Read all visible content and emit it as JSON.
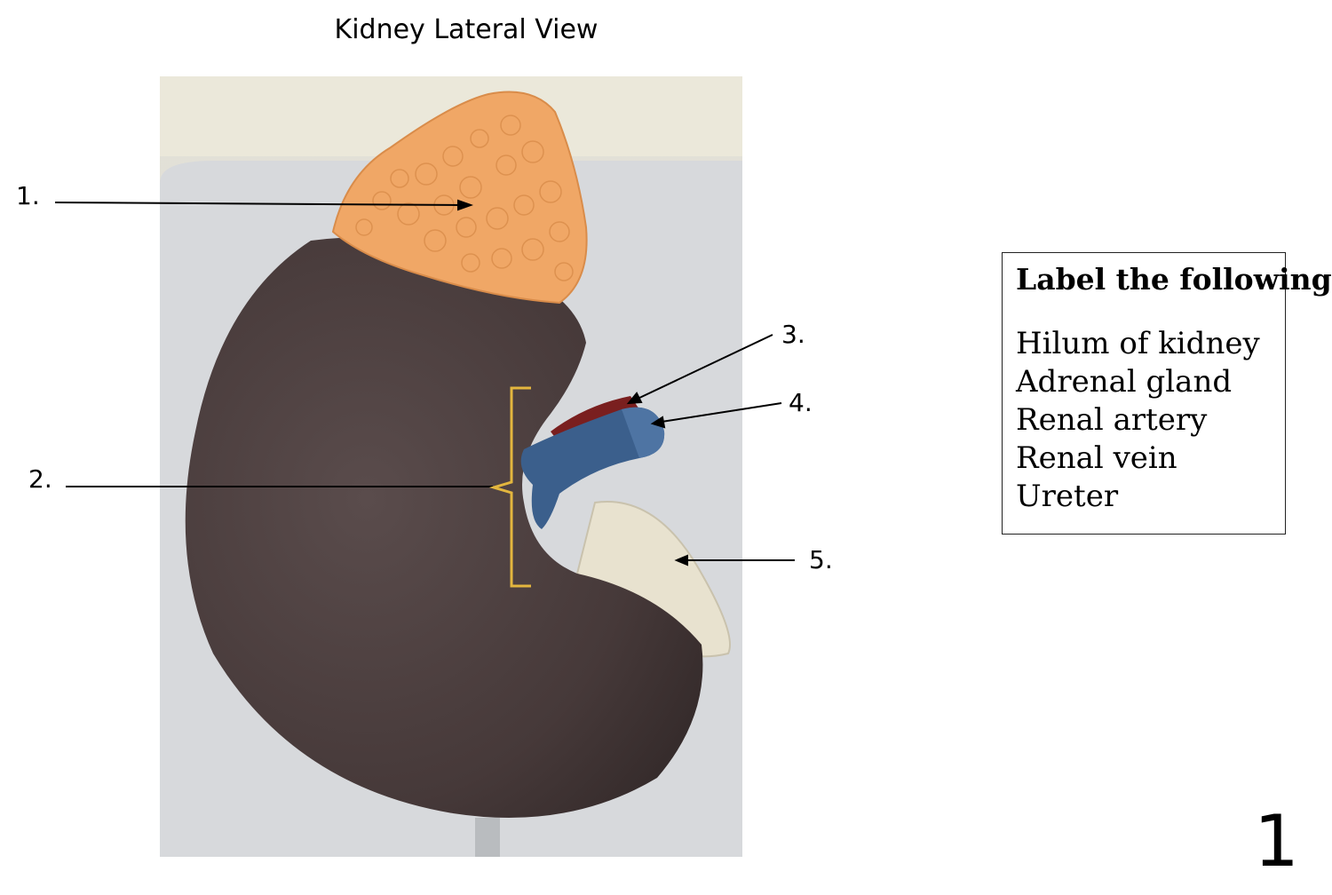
{
  "title": "Kidney Lateral View",
  "labels": [
    {
      "id": "1",
      "text": "1."
    },
    {
      "id": "2",
      "text": "2."
    },
    {
      "id": "3",
      "text": "3."
    },
    {
      "id": "4",
      "text": "4."
    },
    {
      "id": "5",
      "text": "5."
    }
  ],
  "word_bank": {
    "heading": "Label the following",
    "items": [
      "Hilum of kidney",
      "Adrenal gland",
      "Renal artery",
      "Renal vein",
      "Ureter"
    ]
  },
  "page_number": "1",
  "colors": {
    "kidney": "#4a3d3d",
    "adrenal": "#f0a766",
    "vein": "#3b5f8c",
    "artery": "#7a1f1f",
    "ureter": "#e8e2cf",
    "bracket": "#e3b63e"
  }
}
